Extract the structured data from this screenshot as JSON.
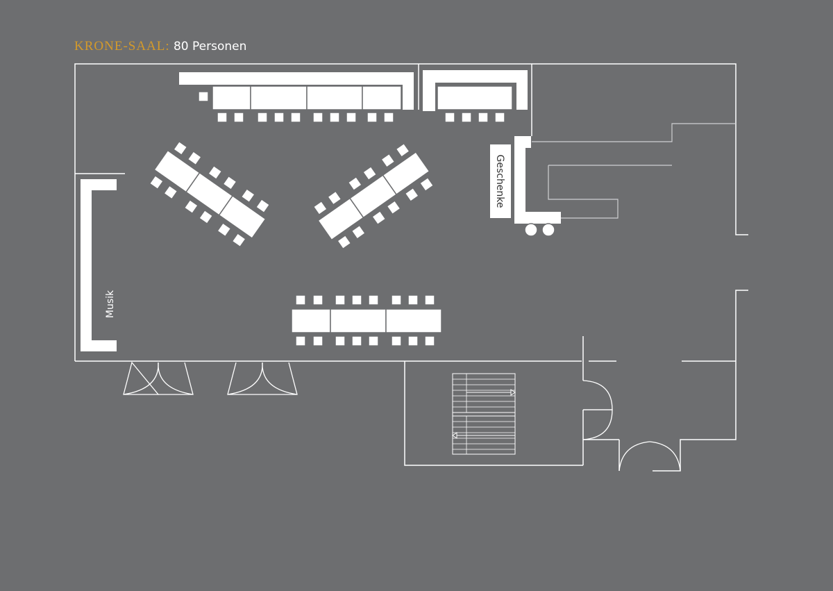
{
  "header": {
    "hall_name": "KRONE-SAAL:",
    "capacity": "80 Personen"
  },
  "labels": {
    "music": "Musik",
    "gifts": "Geschenke"
  },
  "colors": {
    "background": "#6d6e70",
    "accent": "#d49a2a",
    "furniture": "#ffffff",
    "walls": "#ffffff"
  },
  "icons": [
    "table-icon",
    "chair-icon",
    "door-swing-icon",
    "stair-icon",
    "gift-cart-icon"
  ]
}
